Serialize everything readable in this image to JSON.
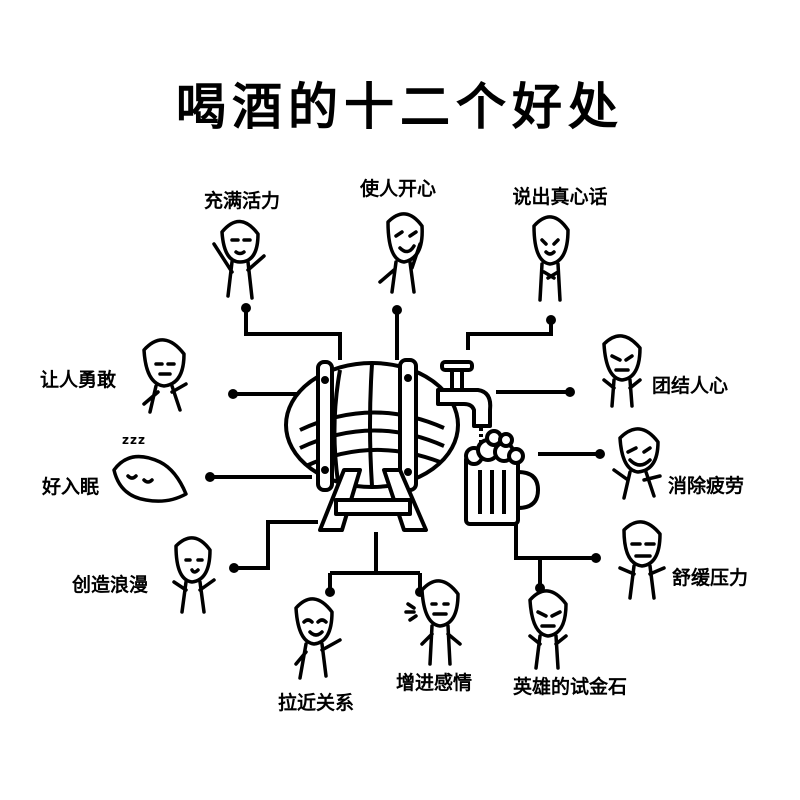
{
  "title": "喝酒的十二个好处",
  "benefits": [
    {
      "label": "充满活力"
    },
    {
      "label": "使人开心"
    },
    {
      "label": "说出真心话"
    },
    {
      "label": "让人勇敢"
    },
    {
      "label": "团结人心"
    },
    {
      "label": "好入眠"
    },
    {
      "label": "消除疲劳"
    },
    {
      "label": "创造浪漫"
    },
    {
      "label": "舒缓压力"
    },
    {
      "label": "拉近关系"
    },
    {
      "label": "增进感情"
    },
    {
      "label": "英雄的试金石"
    }
  ],
  "sleep_mark": "zzz",
  "colors": {
    "ink": "#000000",
    "paper": "#ffffff"
  },
  "icons": [
    "wine-barrel-icon",
    "beer-tap-icon",
    "beer-mug-icon",
    "cartoon-figure-icon"
  ]
}
